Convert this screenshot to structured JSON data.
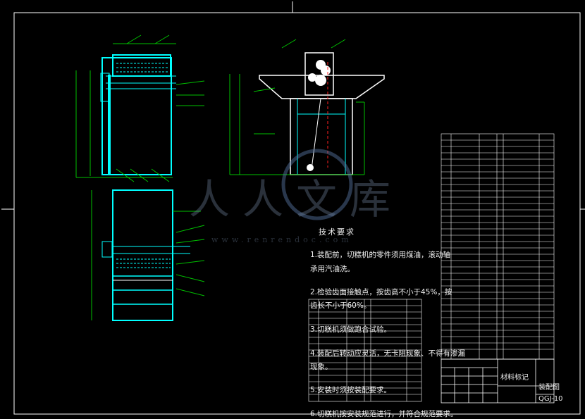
{
  "colors": {
    "background": "#000000",
    "outline": "#00ffff",
    "green": "#00c000",
    "white": "#ffffff",
    "red": "#ff2020",
    "yellow": "#e0e000"
  },
  "watermark": {
    "logo_text": "人人文库",
    "url": "www.renrendoc.com"
  },
  "technical_requirements": {
    "title": "技术要求",
    "items": [
      "1.装配前，切糕机的零件须用煤油，滚动轴",
      "承用汽油洗。",
      "2.检验齿面接触点，按齿高不小于45%，按",
      "齿长不小于60%。",
      "3.切糕机须做跑合试验。",
      "4.装配后转动应灵活，无卡阻现象、不得有渗漏",
      "现象。",
      "5.安装时须按装配要求。",
      "6.切糕机按安装规范进行，并符合规范要求。"
    ]
  },
  "title_block": {
    "material_label": "材料标记",
    "drawing_name": "装配图",
    "drawing_number": "QGJ-10"
  }
}
